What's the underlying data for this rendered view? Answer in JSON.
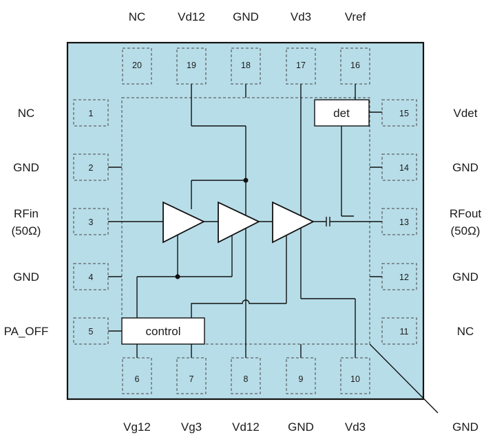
{
  "pins": {
    "p1": {
      "num": "1",
      "name": "NC"
    },
    "p2": {
      "num": "2",
      "name": "GND"
    },
    "p3": {
      "num": "3",
      "name": "RFin",
      "name2": "(50Ω)"
    },
    "p4": {
      "num": "4",
      "name": "GND"
    },
    "p5": {
      "num": "5",
      "name": "PA_OFF"
    },
    "p6": {
      "num": "6",
      "name": "Vg12"
    },
    "p7": {
      "num": "7",
      "name": "Vg3"
    },
    "p8": {
      "num": "8",
      "name": "Vd12"
    },
    "p9": {
      "num": "9",
      "name": "GND"
    },
    "p10": {
      "num": "10",
      "name": "Vd3"
    },
    "p11": {
      "num": "11",
      "name": "NC"
    },
    "p12": {
      "num": "12",
      "name": "GND"
    },
    "p13": {
      "num": "13",
      "name": "RFout",
      "name2": "(50Ω)"
    },
    "p14": {
      "num": "14",
      "name": "GND"
    },
    "p15": {
      "num": "15",
      "name": "Vdet"
    },
    "p16": {
      "num": "16",
      "name": "Vref"
    },
    "p17": {
      "num": "17",
      "name": "Vd3"
    },
    "p18": {
      "num": "18",
      "name": "GND"
    },
    "p19": {
      "num": "19",
      "name": "Vd12"
    },
    "p20": {
      "num": "20",
      "name": "NC"
    }
  },
  "paddle": {
    "name": "GND"
  },
  "blocks": {
    "det": "det",
    "control": "control"
  },
  "colors": {
    "package_fill": "#b7dde8",
    "package_border": "#111111",
    "block_fill": "#ffffff"
  }
}
